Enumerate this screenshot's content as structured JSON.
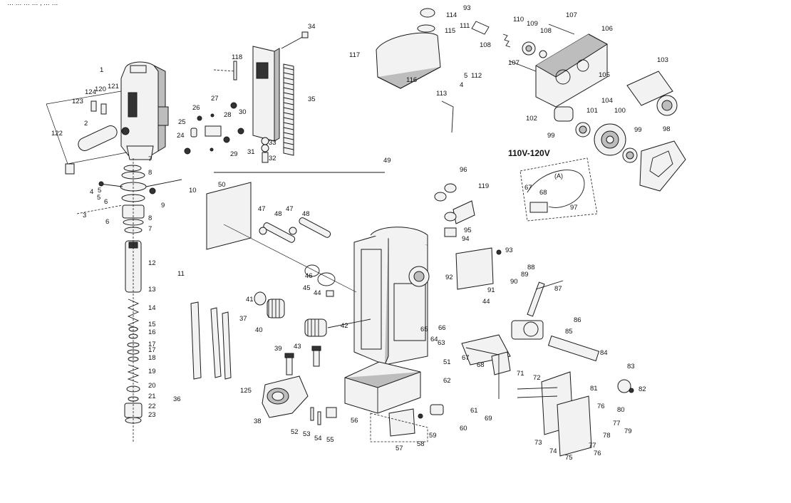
{
  "header_text": "…  … … … ,  …  …",
  "voltage_label": "110V-120V",
  "cord_label": "(A)",
  "part_numbers": [
    "1",
    "2",
    "3",
    "4",
    "5",
    "6",
    "7",
    "8",
    "9",
    "10",
    "11",
    "12",
    "13",
    "14",
    "15",
    "16",
    "17",
    "18",
    "19",
    "20",
    "21",
    "22",
    "23",
    "24",
    "25",
    "26",
    "27",
    "28",
    "29",
    "30",
    "31",
    "32",
    "33",
    "34",
    "35",
    "36",
    "37",
    "38",
    "39",
    "40",
    "41",
    "42",
    "43",
    "44",
    "45",
    "46",
    "47",
    "48",
    "49",
    "50",
    "51",
    "52",
    "53",
    "54",
    "55",
    "56",
    "57",
    "58",
    "59",
    "60",
    "61",
    "62",
    "63",
    "64",
    "65",
    "66",
    "67",
    "68",
    "69",
    "71",
    "72",
    "73",
    "74",
    "75",
    "76",
    "77",
    "78",
    "79",
    "80",
    "81",
    "82",
    "83",
    "84",
    "85",
    "86",
    "87",
    "88",
    "89",
    "90",
    "91",
    "92",
    "93",
    "94",
    "95",
    "96",
    "97",
    "98",
    "99",
    "100",
    "101",
    "102",
    "103",
    "104",
    "105",
    "106",
    "107",
    "108",
    "109",
    "110",
    "111",
    "112",
    "113",
    "114",
    "115",
    "116",
    "117",
    "118",
    "119",
    "120",
    "121",
    "122",
    "123",
    "124",
    "125"
  ]
}
